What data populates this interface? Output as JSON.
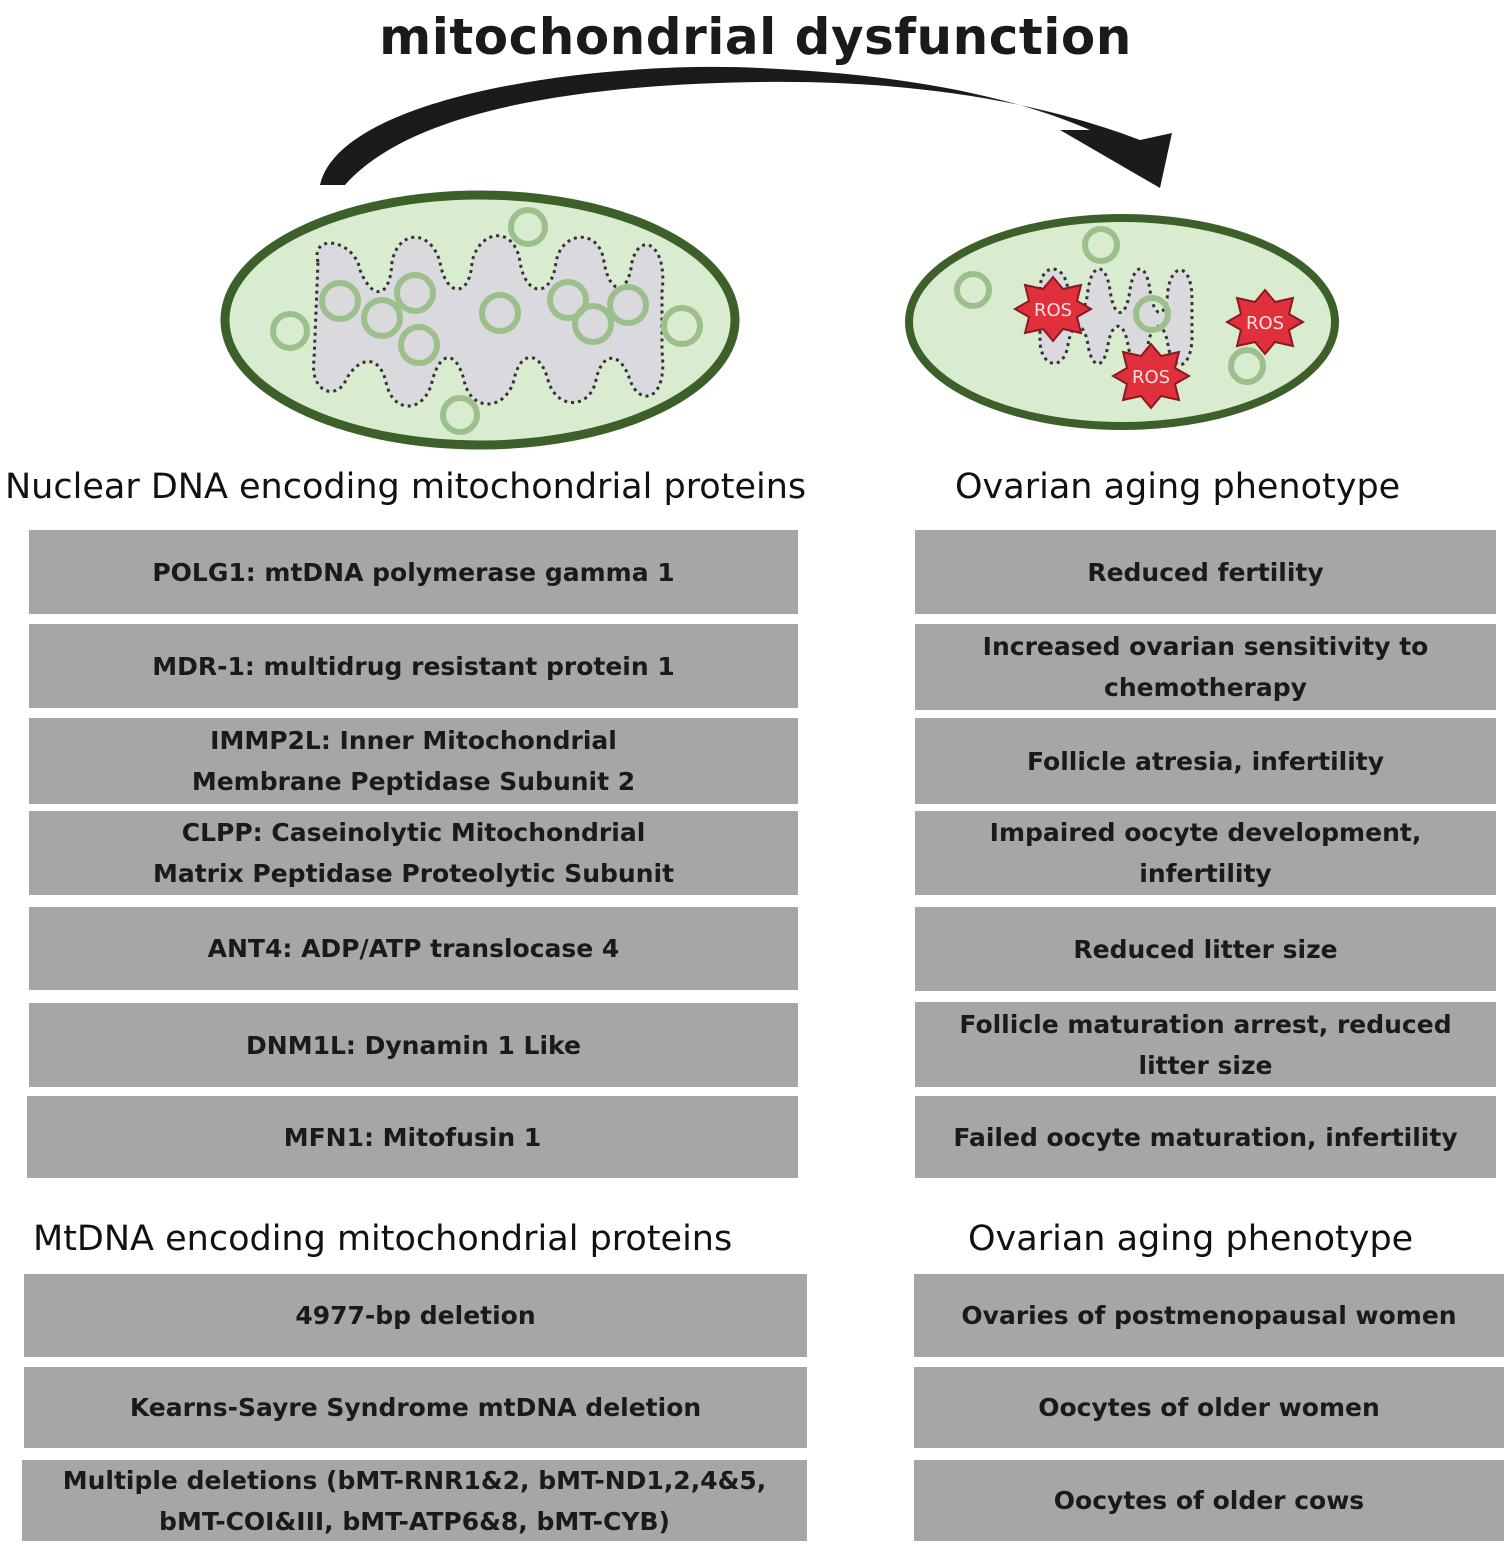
{
  "title": "mitochondrial dysfunction",
  "illustration": {
    "healthy_mitochondrion": "healthy-mitochondrion",
    "damaged_mitochondrion": "damaged-mitochondrion",
    "ros_label": "ROS",
    "colors": {
      "membrane": "#3d5f2a",
      "matrix": "#d9ecd0",
      "cristae": "#d9d9de",
      "ros": "#e0303c",
      "arrow": "#1b1b1b"
    }
  },
  "nuclear": {
    "heading": "Nuclear DNA encoding mitochondrial proteins",
    "phenotype_heading": "Ovarian aging phenotype",
    "genes": [
      [
        "POLG1: mtDNA polymerase gamma 1"
      ],
      [
        "MDR-1: multidrug resistant protein 1"
      ],
      [
        "IMMP2L: Inner Mitochondrial",
        "Membrane Peptidase Subunit 2"
      ],
      [
        "CLPP: Caseinolytic Mitochondrial",
        "Matrix Peptidase Proteolytic Subunit"
      ],
      [
        "ANT4: ADP/ATP translocase 4"
      ],
      [
        "DNM1L: Dynamin 1 Like"
      ],
      [
        "MFN1: Mitofusin 1"
      ]
    ],
    "phenotypes": [
      [
        "Reduced fertility"
      ],
      [
        "Increased ovarian sensitivity to",
        "chemotherapy"
      ],
      [
        "Follicle atresia, infertility"
      ],
      [
        "Impaired oocyte development,",
        "infertility"
      ],
      [
        "Reduced litter size"
      ],
      [
        "Follicle maturation arrest, reduced",
        "litter size"
      ],
      [
        "Failed oocyte maturation, infertility"
      ]
    ]
  },
  "mtdna": {
    "heading": "MtDNA encoding mitochondrial proteins",
    "phenotype_heading": "Ovarian aging phenotype",
    "genes": [
      [
        "4977-bp deletion"
      ],
      [
        "Kearns-Sayre Syndrome mtDNA deletion"
      ],
      [
        "Multiple deletions (bMT-RNR1&2, bMT-ND1,2,4&5,",
        "bMT-COI&III, bMT-ATP6&8, bMT-CYB)"
      ]
    ],
    "phenotypes": [
      [
        "Ovaries of postmenopausal women"
      ],
      [
        "Oocytes of older women"
      ],
      [
        "Oocytes of older cows"
      ]
    ]
  }
}
